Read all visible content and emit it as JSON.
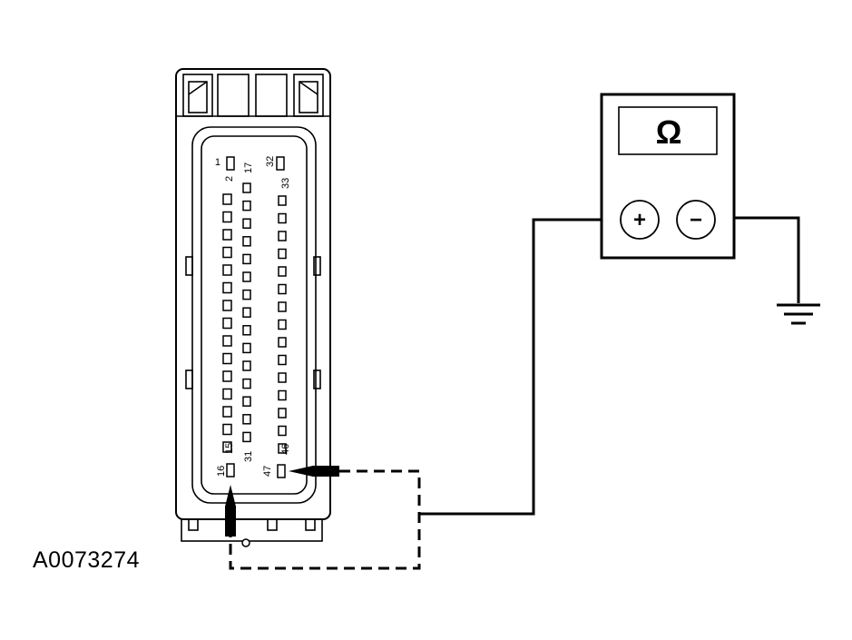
{
  "figure_id": "A0073274",
  "meter": {
    "display_symbol": "Ω",
    "positive_symbol": "+",
    "negative_symbol": "−"
  },
  "connector": {
    "pin_labels": [
      "1",
      "2",
      "15",
      "16",
      "17",
      "31",
      "32",
      "33",
      "46",
      "47"
    ]
  }
}
